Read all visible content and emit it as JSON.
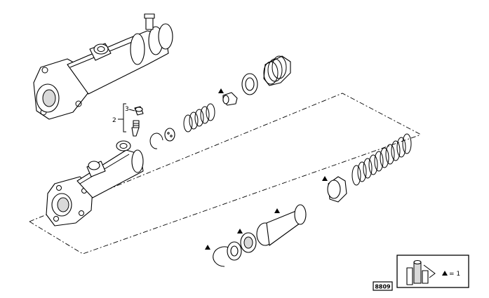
{
  "callouts": {
    "item_2": "2",
    "item_3": "3"
  },
  "drawing_number": "8809",
  "legend": {
    "equals_label": "= 1"
  },
  "icons": {
    "marker": "black-triangle-marker",
    "legend_picture": "parts-kit-icon"
  }
}
